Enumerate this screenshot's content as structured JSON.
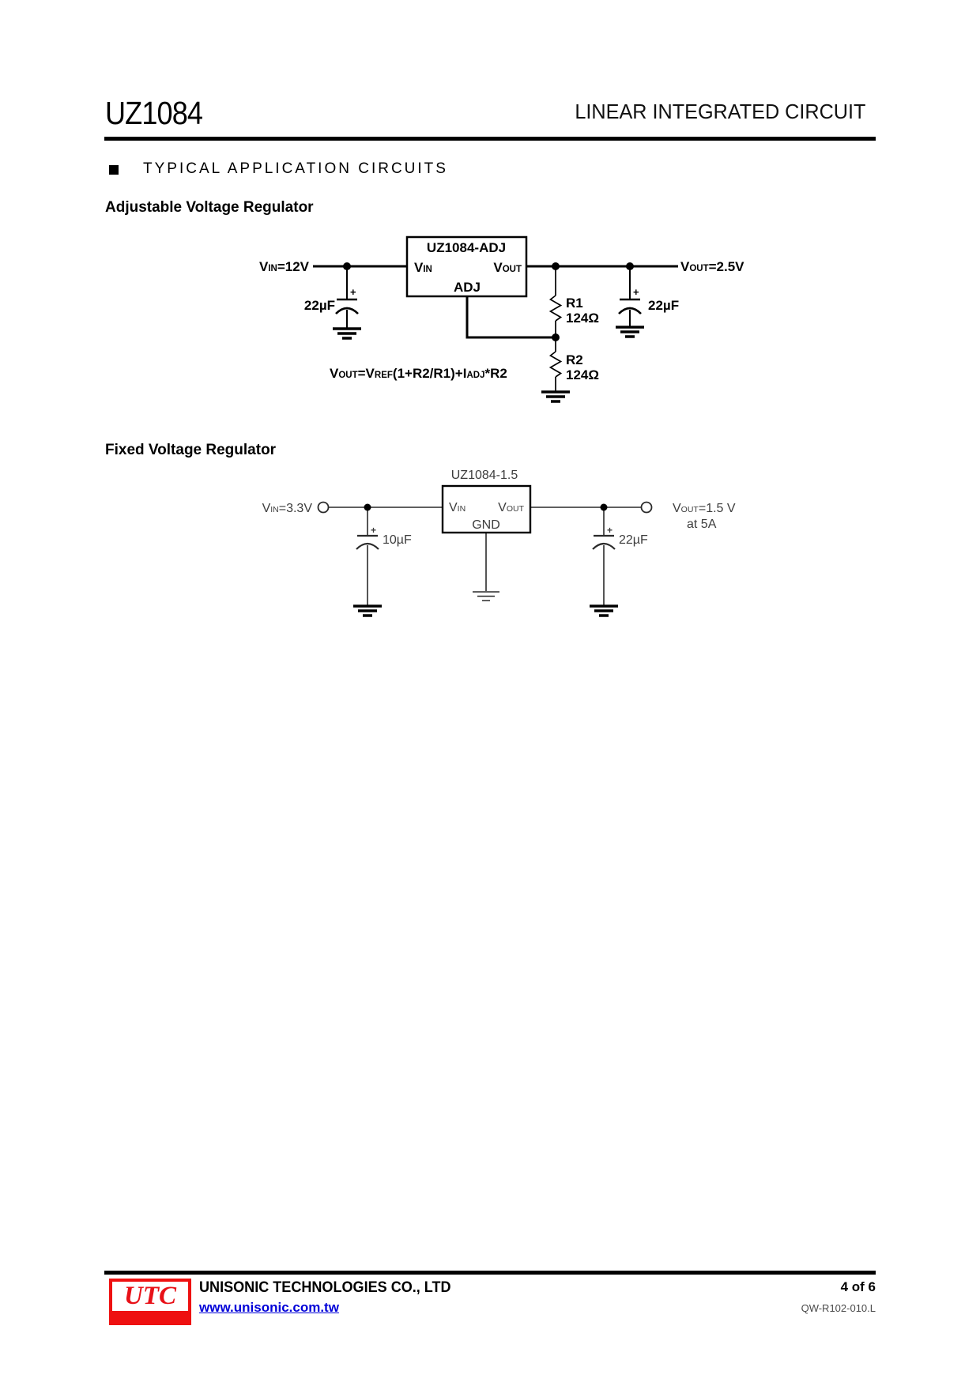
{
  "header": {
    "part_number": "UZ1084",
    "doc_title": "LINEAR INTEGRATED CIRCUIT"
  },
  "section": {
    "title": "TYPICAL APPLICATION CIRCUITS"
  },
  "sym": {
    "plus": "+"
  },
  "c1": {
    "heading": "Adjustable Voltage Regulator",
    "chip": "UZ1084-ADJ",
    "pin_vin": {
      "v": "V",
      "sub": "IN"
    },
    "pin_vout": {
      "v": "V",
      "sub": "OUT"
    },
    "pin_adj": "ADJ",
    "input": {
      "v": "V",
      "sub": "IN",
      "rest": "=12V"
    },
    "output": {
      "v": "V",
      "sub": "OUT",
      "rest": "=2.5V"
    },
    "cap_in": "22µF",
    "cap_out": "22µF",
    "r1": {
      "name": "R1",
      "value": "124Ω"
    },
    "r2": {
      "name": "R2",
      "value": "124Ω"
    },
    "formula": {
      "p1": "V",
      "p2": "OUT",
      "p3": "=V",
      "p4": "REF",
      "p5": "(1+R2/R1)+I",
      "p6": "ADJ",
      "p7": "*R2"
    }
  },
  "c2": {
    "heading": "Fixed Voltage Regulator",
    "chip": "UZ1084-1.5",
    "pin_vin": {
      "v": "V",
      "sub": "IN"
    },
    "pin_vout": {
      "v": "V",
      "sub": "OUT"
    },
    "pin_gnd": "GND",
    "input": {
      "v": "V",
      "sub": "IN",
      "rest": "=3.3V"
    },
    "output": {
      "v": "V",
      "sub": "OUT",
      "rest": "=1.5 V"
    },
    "output_current": "at 5A",
    "cap_in": "10µF",
    "cap_out": "22µF"
  },
  "footer": {
    "logo_text": "UTC",
    "company": "UNISONIC TECHNOLOGIES CO., LTD",
    "website": "www.unisonic.com.tw",
    "page": "4 of 6",
    "doc_code": "QW-R102-010.L"
  }
}
